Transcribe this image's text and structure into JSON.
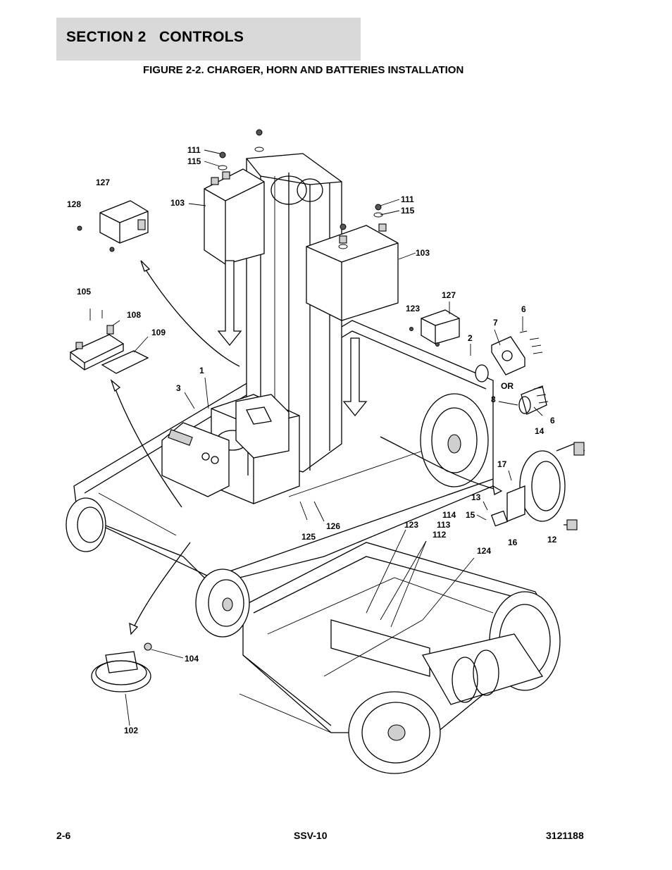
{
  "header": {
    "section_title": "SECTION 2   CONTROLS",
    "figure_title": "FIGURE 2-2. CHARGER, HORN AND BATTERIES INSTALLATION"
  },
  "callouts": {
    "c111a": "111",
    "c115a": "115",
    "c127a": "127",
    "c128": "128",
    "c103a": "103",
    "c111b": "111",
    "c115b": "115",
    "c103b": "103",
    "c105": "105",
    "c108": "108",
    "c109": "109",
    "c127b": "127",
    "c123a": "123",
    "c6a": "6",
    "c7": "7",
    "c2": "2",
    "c1": "1",
    "c3": "3",
    "cOR": "OR",
    "c8": "8",
    "c6b": "6",
    "c14": "14",
    "c17": "17",
    "c13": "13",
    "c114": "114",
    "c15": "15",
    "c113": "113",
    "c123b": "123",
    "c112": "112",
    "c16": "16",
    "c12": "12",
    "c126": "126",
    "c125": "125",
    "c124": "124",
    "c104": "104",
    "c102": "102"
  },
  "footer": {
    "page": "2-6",
    "model": "SSV-10",
    "doc_number": "3121188"
  }
}
